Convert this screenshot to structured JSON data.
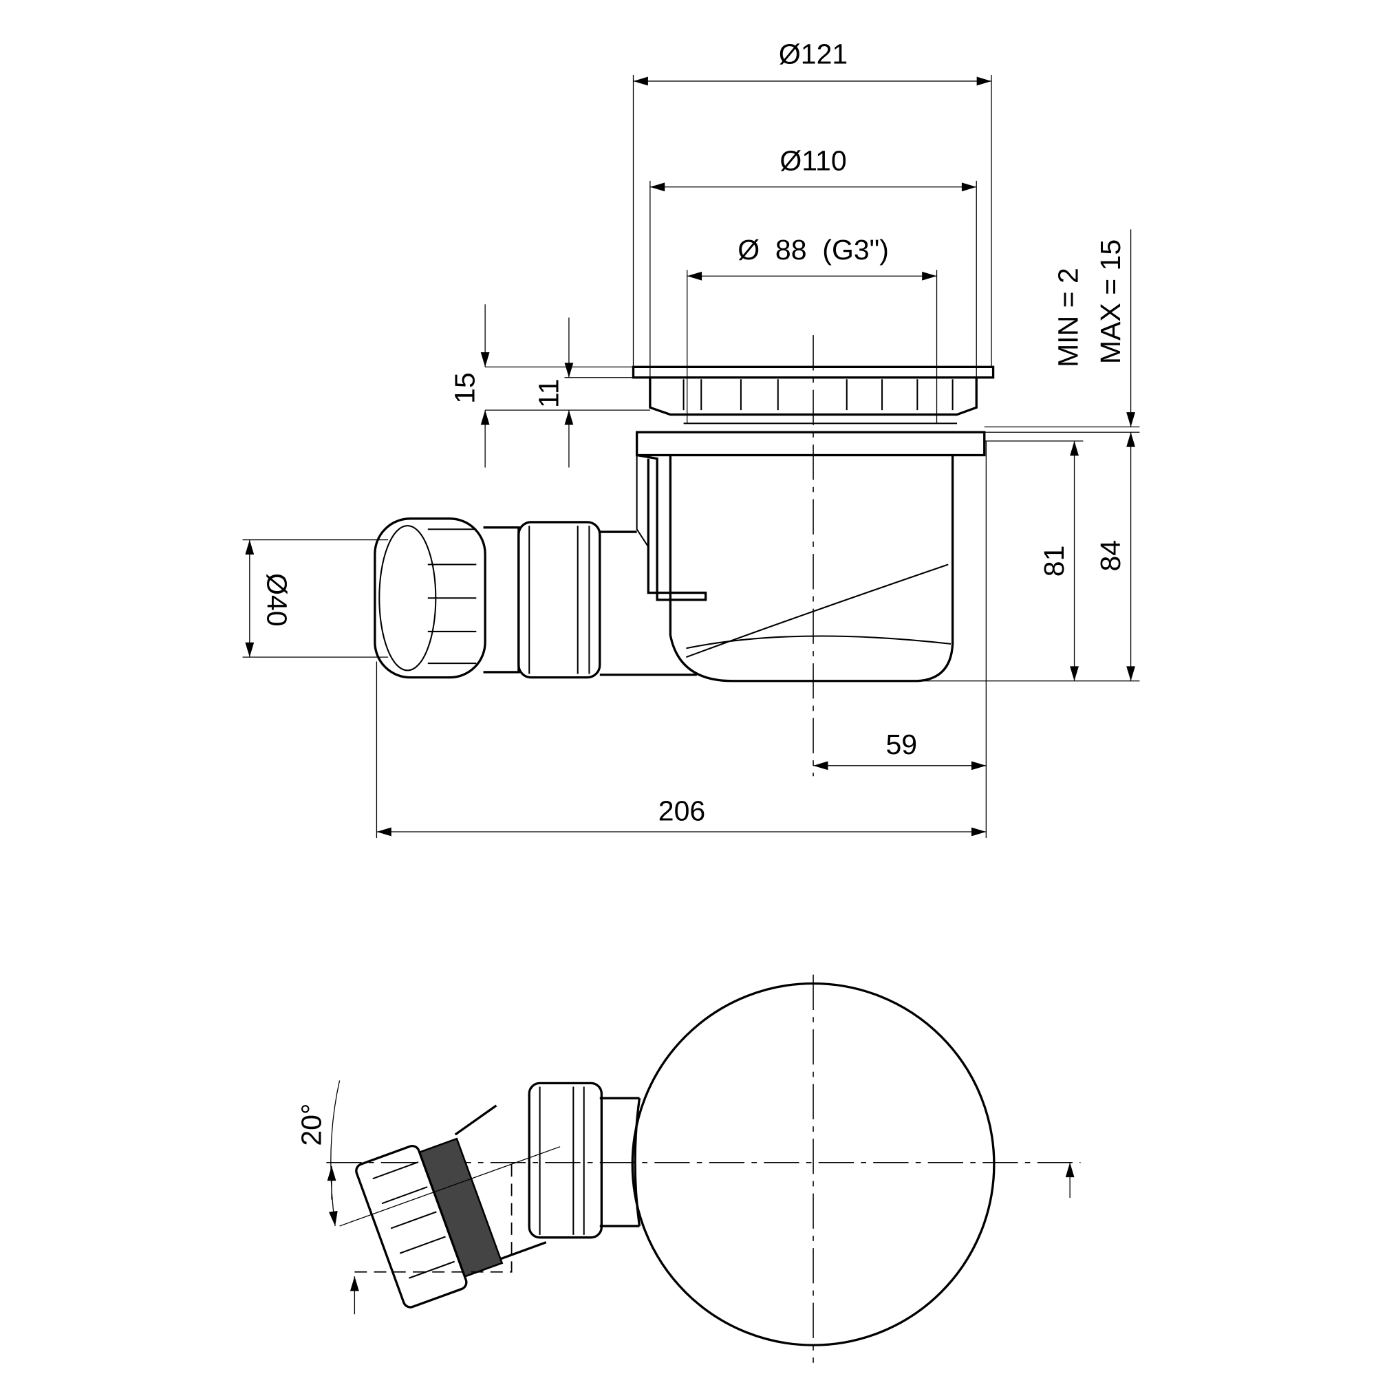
{
  "dimensions": {
    "d121": "Ø121",
    "d110": "Ø110",
    "d88": "Ø  88  (G3\")",
    "h15": "15",
    "h11": "11",
    "min": "MIN = 2",
    "max": "MAX = 15",
    "h81": "81",
    "h84": "84",
    "d40": "Ø40",
    "w59": "59",
    "w206": "206",
    "angle": "20°"
  }
}
